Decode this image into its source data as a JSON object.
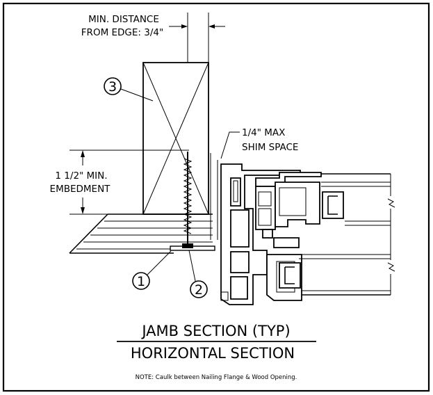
{
  "labels": {
    "min_distance_line1": "MIN. DISTANCE",
    "min_distance_line2": "FROM EDGE: 3/4\"",
    "shim_line1": "1/4\" MAX",
    "shim_line2": "SHIM SPACE",
    "embed_line1": "1 1/2\" MIN.",
    "embed_line2": "EMBEDMENT"
  },
  "callouts": {
    "c1": "1",
    "c2": "2",
    "c3": "3"
  },
  "title": {
    "line1": "JAMB SECTION (TYP)",
    "line2": "HORIZONTAL SECTION"
  },
  "note": "NOTE: Caulk between Nailing Flange & Wood Opening."
}
